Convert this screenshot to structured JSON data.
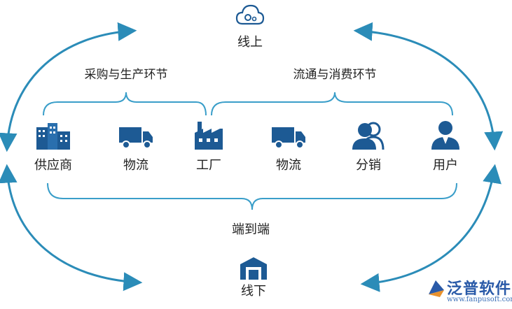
{
  "top_label": "线上",
  "bottom_label": "线下",
  "group_left": "采购与生产环节",
  "group_right": "流通与消费环节",
  "group_bottom": "端到端",
  "nodes": [
    {
      "label": "供应商",
      "icon": "buildings-icon"
    },
    {
      "label": "物流",
      "icon": "truck-icon"
    },
    {
      "label": "工厂",
      "icon": "factory-icon"
    },
    {
      "label": "物流",
      "icon": "truck-icon"
    },
    {
      "label": "分销",
      "icon": "people-icon"
    },
    {
      "label": "用户",
      "icon": "user-icon"
    }
  ],
  "watermark": {
    "name": "泛普软件",
    "url": "www.fanpusoft.com"
  },
  "colors": {
    "icon": "#1d5a94",
    "arrow": "#2b8cb8",
    "brace": "#3a9ec9",
    "watermark": "#2a5aa8"
  }
}
